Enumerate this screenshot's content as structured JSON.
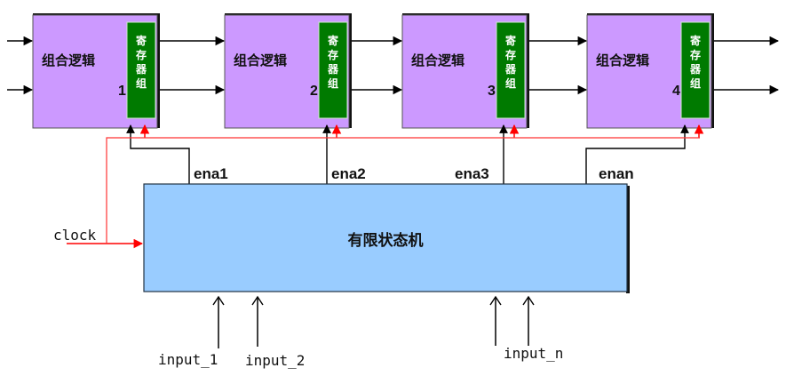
{
  "blocks": [
    {
      "title": "组合逻辑",
      "number": "1",
      "register_chars": [
        "寄",
        "存",
        "器",
        "组"
      ],
      "enable_label": "ena1"
    },
    {
      "title": "组合逻辑",
      "number": "2",
      "register_chars": [
        "寄",
        "存",
        "器",
        "组"
      ],
      "enable_label": "ena2"
    },
    {
      "title": "组合逻辑",
      "number": "3",
      "register_chars": [
        "寄",
        "存",
        "器",
        "组"
      ],
      "enable_label": "ena3"
    },
    {
      "title": "组合逻辑",
      "number": "4",
      "register_chars": [
        "寄",
        "存",
        "器",
        "组"
      ],
      "enable_label": "enan"
    }
  ],
  "fsm": {
    "title": "有限状态机"
  },
  "clock": {
    "label": "clock"
  },
  "inputs": [
    {
      "label": "input_1"
    },
    {
      "label": "input_2"
    },
    {
      "label": "input_n"
    }
  ],
  "colors": {
    "block_fill": "#cc99ff",
    "register_fill": "#007a00",
    "fsm_fill": "#99ccff",
    "clock_line": "#ff0000",
    "wire": "#000000"
  }
}
